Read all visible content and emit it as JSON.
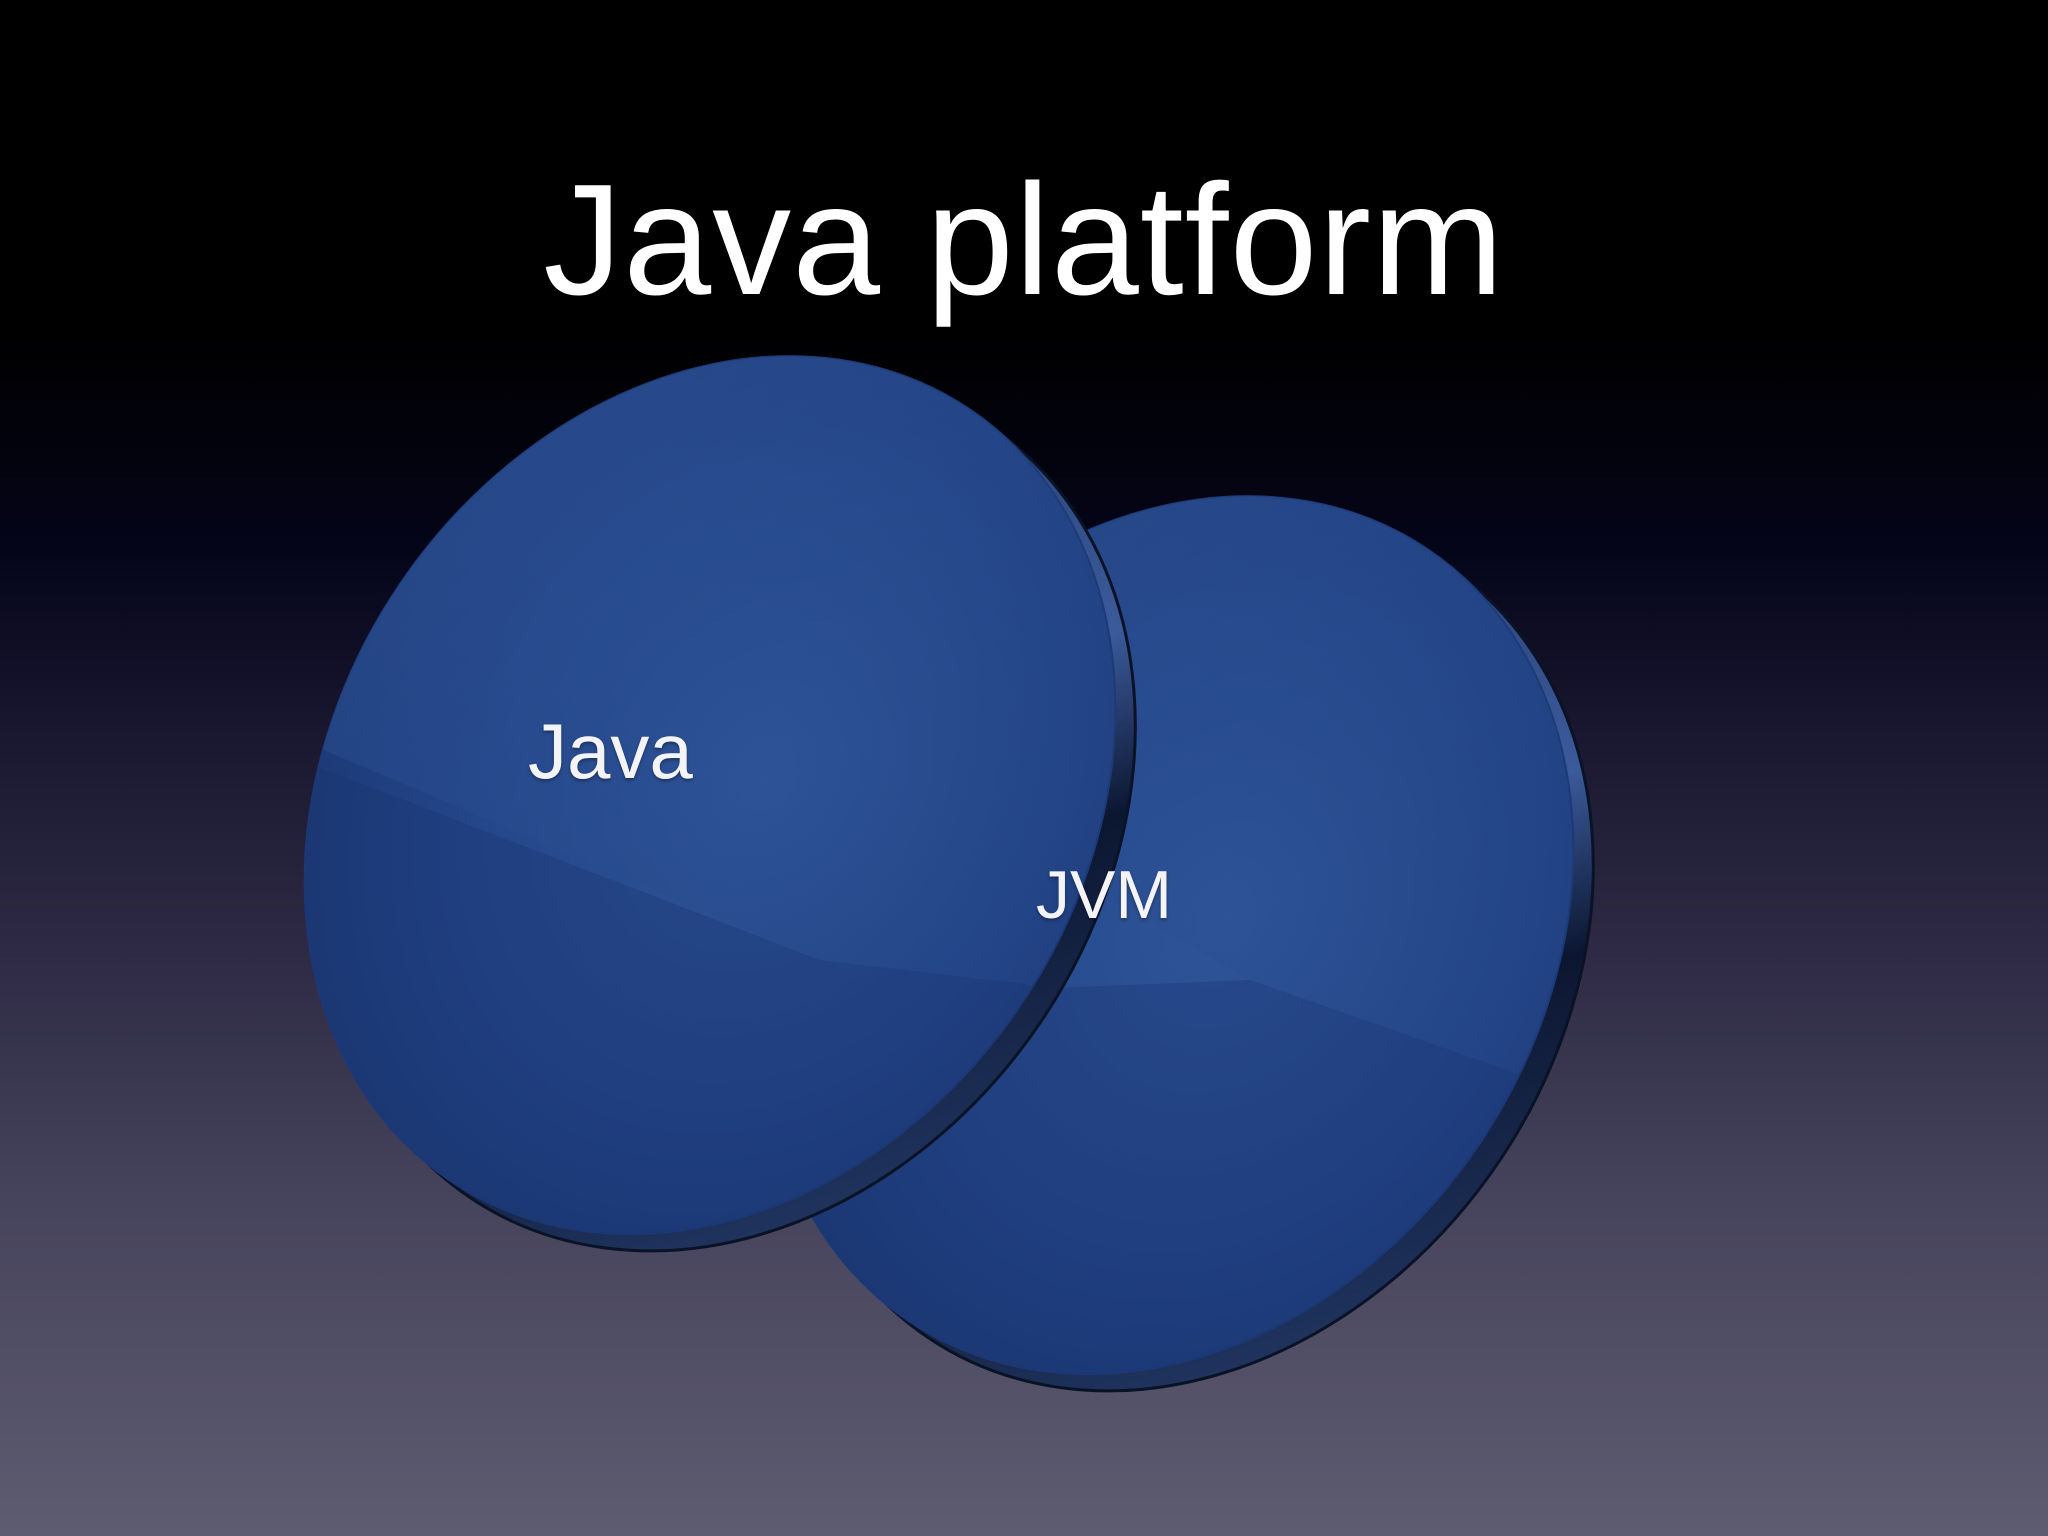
{
  "slide": {
    "title": "Java platform",
    "colors": {
      "background_top": "#000000",
      "background_bottom": "#5e5c70",
      "disc_face": "#24468a",
      "disc_edge": "#0d1a3a",
      "text": "#ffffff"
    }
  },
  "discs": [
    {
      "label": "Java"
    },
    {
      "label": "JVM"
    }
  ]
}
